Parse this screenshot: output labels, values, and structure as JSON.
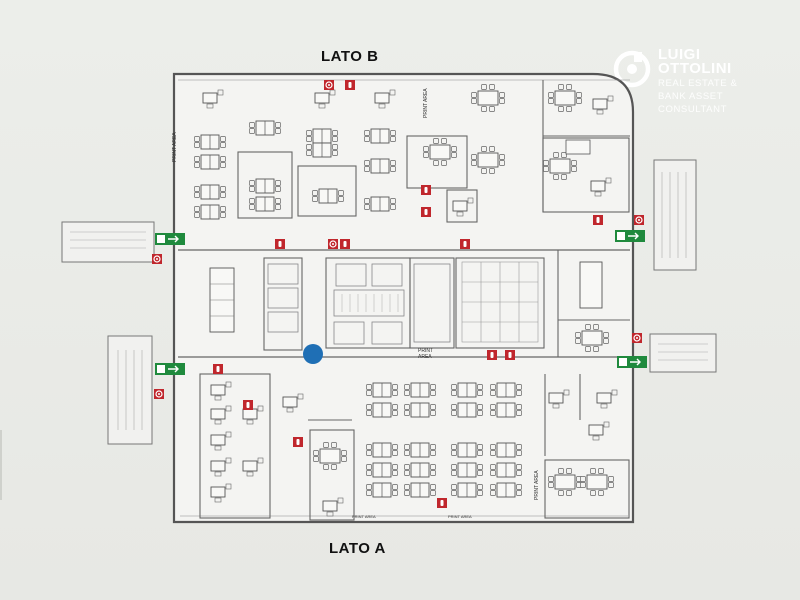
{
  "labels": {
    "top_side": "LATO B",
    "bottom_side": "LATO A"
  },
  "brand": {
    "name_line1": "LUIGI",
    "name_line2": "OTTOLINI",
    "tagline_line1": "REAL ESTATE &",
    "tagline_line2": "BANK ASSET",
    "tagline_line3": "CONSULTANT"
  },
  "areas": {
    "print_area": "PRINT AREA",
    "print": "PRINT",
    "area": "AREA"
  },
  "colors": {
    "wall": "#555555",
    "safety_red": "#c0272d",
    "exit_green": "#1f8a3d",
    "marker_blue": "#1f6fb5",
    "background": "#eceeea"
  }
}
